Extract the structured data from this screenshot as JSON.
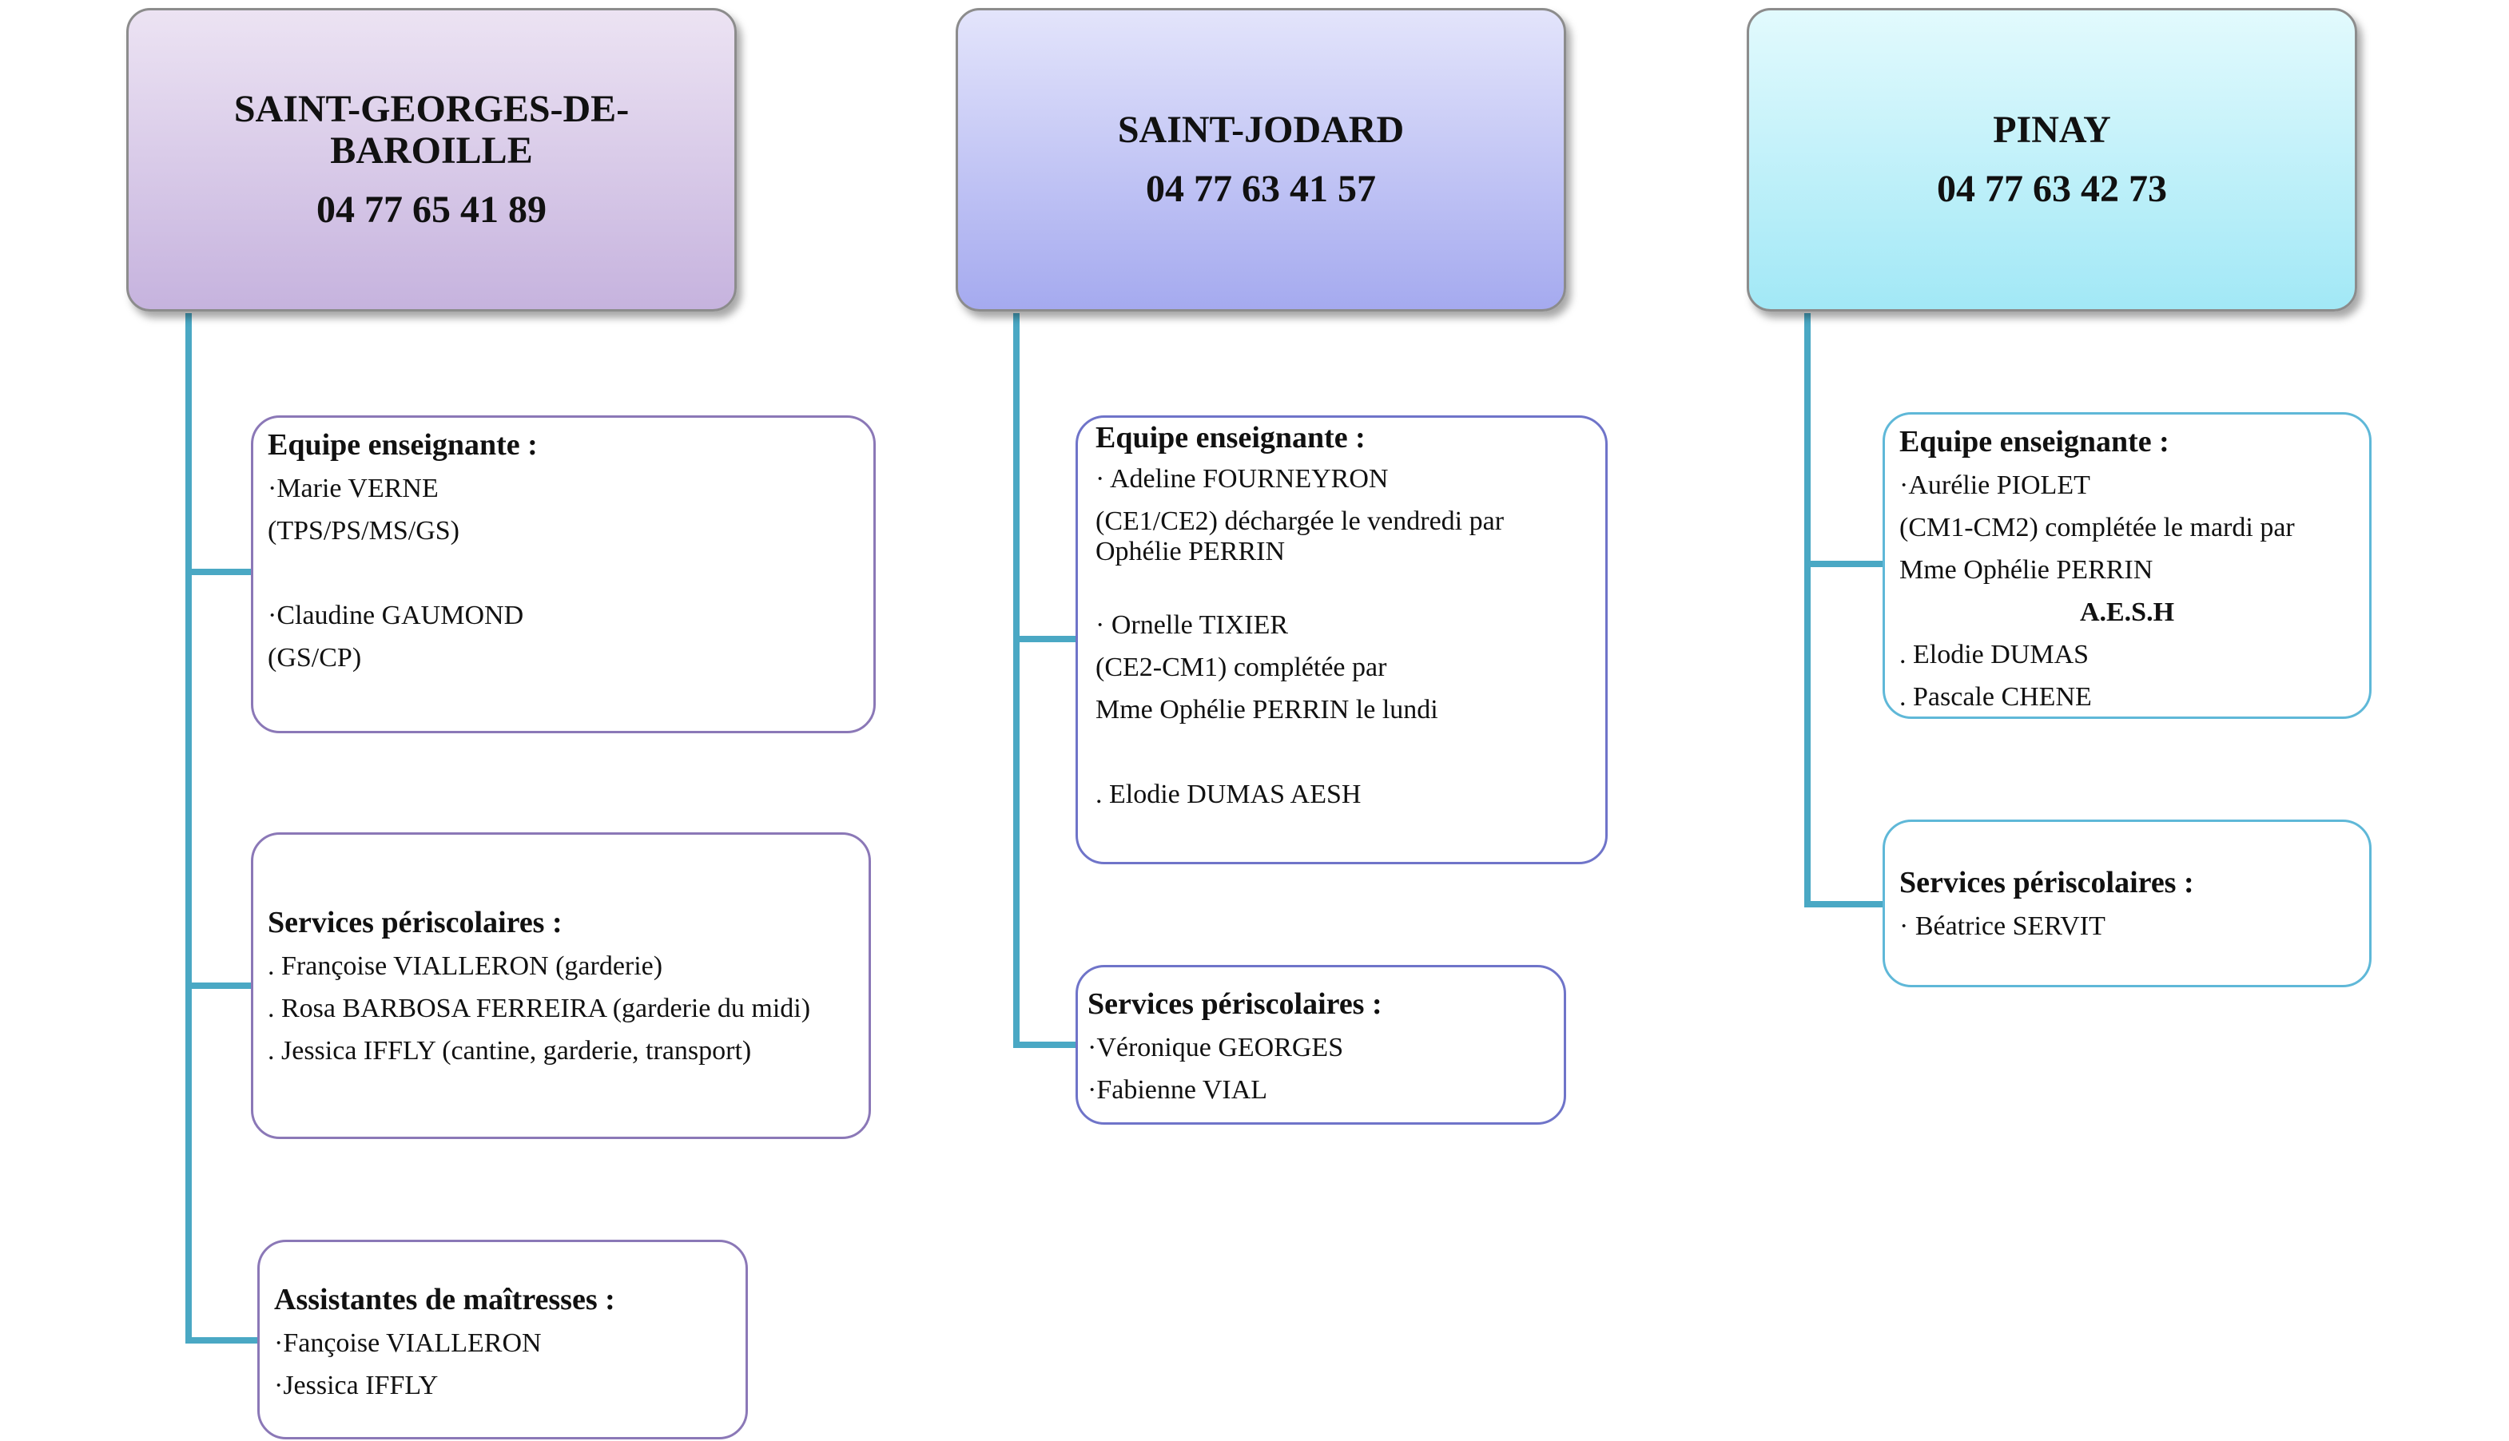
{
  "schools": [
    {
      "name": "SAINT-GEORGES-DE-BAROILLE",
      "phone": "04 77 65 41 89",
      "groups": [
        {
          "title": "Equipe enseignante :",
          "lines": [
            "·Marie VERNE",
            "(TPS/PS/MS/GS)",
            "",
            "·Claudine GAUMOND",
            "(GS/CP)"
          ]
        },
        {
          "title": "Services périscolaires :",
          "lines": [
            ". Françoise VIALLERON (garderie)",
            ". Rosa BARBOSA FERREIRA (garderie du midi)",
            ". Jessica IFFLY (cantine, garderie, transport)"
          ]
        },
        {
          "title": "Assistantes de maîtresses :",
          "lines": [
            "·Fançoise VIALLERON",
            "·Jessica IFFLY"
          ]
        }
      ]
    },
    {
      "name": "SAINT-JODARD",
      "phone": "04 77 63 41 57",
      "groups": [
        {
          "title": "Equipe enseignante :",
          "lines": [
            "· Adeline FOURNEYRON",
            "(CE1/CE2) déchargée le vendredi par",
            "Ophélie PERRIN",
            "",
            "· Ornelle TIXIER",
            "(CE2-CM1) complétée par",
            "Mme Ophélie PERRIN le lundi",
            "",
            ". Elodie DUMAS AESH"
          ]
        },
        {
          "title": "Services périscolaires :",
          "lines": [
            "·Véronique GEORGES",
            "·Fabienne VIAL"
          ]
        }
      ]
    },
    {
      "name": "PINAY",
      "phone": "04 77 63 42 73",
      "groups": [
        {
          "title": "Equipe enseignante :",
          "lines": [
            "·Aurélie PIOLET",
            "(CM1-CM2) complétée le mardi par",
            "Mme Ophélie PERRIN",
            "A.E.S.H",
            ". Elodie DUMAS",
            ". Pascale CHENE"
          ]
        },
        {
          "title": "Services périscolaires :",
          "lines": [
            "· Béatrice SERVIT"
          ]
        }
      ]
    }
  ]
}
